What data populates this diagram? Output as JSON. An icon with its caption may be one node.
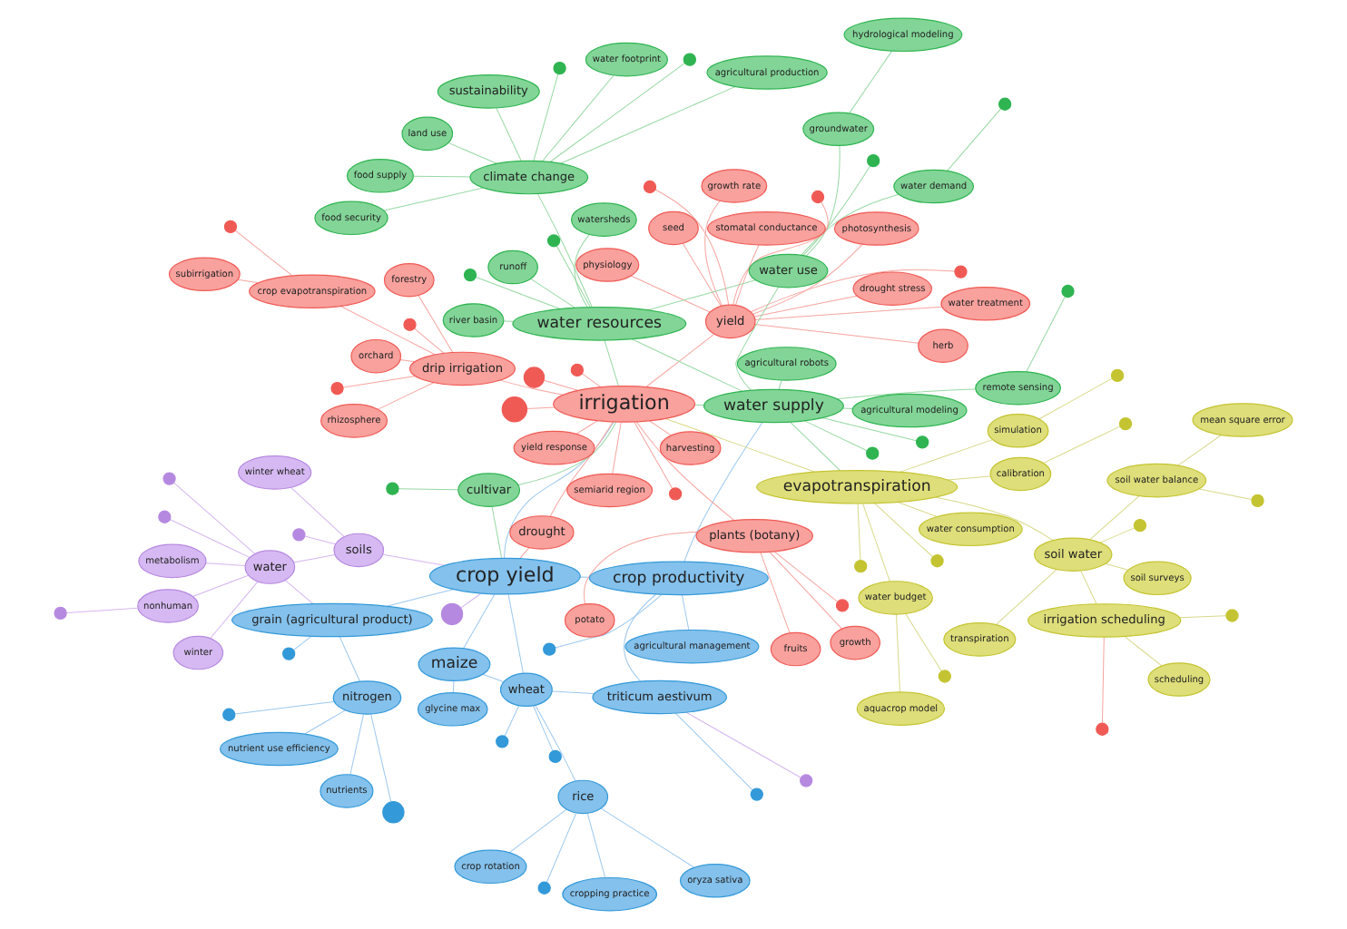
{
  "diagram": {
    "nodes": [
      {
        "text": [
          "metabolism"
        ]
      },
      {
        "text": [
          "oryza sativa"
        ]
      },
      {
        "text": [
          "nutrient use efficiency"
        ]
      },
      {
        "text": [
          "crop rotation"
        ]
      },
      {
        "text": [
          "nonhuman"
        ]
      },
      {
        "text": [
          "rice"
        ]
      },
      {
        "text": [
          "nitrogen"
        ]
      },
      {
        "text": [
          "cropping practice"
        ]
      },
      {
        "text": [
          "winter"
        ]
      },
      {
        "text": [
          "water"
        ]
      },
      {
        "text": [
          "wheat"
        ]
      },
      {
        "text": [
          "grain (agricultural product)"
        ]
      },
      {
        "text": [
          "nutrients"
        ]
      },
      {
        "text": [
          "photosynthesis"
        ]
      },
      {
        "text": [
          "sustainability"
        ]
      },
      {
        "text": [
          "triticum aestivum"
        ]
      },
      {
        "text": [
          "soils"
        ]
      },
      {
        "text": [
          "winter wheat"
        ]
      },
      {
        "text": [
          "physiology"
        ]
      },
      {
        "text": [
          "food security"
        ]
      },
      {
        "text": [
          "drought stress"
        ]
      },
      {
        "text": [
          "agricultural management"
        ]
      },
      {
        "text": [
          "seed"
        ]
      },
      {
        "text": [
          "water footprint"
        ]
      },
      {
        "text": [
          "drought"
        ]
      },
      {
        "text": [
          "yield"
        ]
      },
      {
        "text": [
          "crop productivity"
        ]
      },
      {
        "text": [
          "food supply"
        ]
      },
      {
        "text": [
          "water treatment"
        ]
      },
      {
        "text": [
          "maize"
        ]
      },
      {
        "text": [
          "crop yield"
        ]
      },
      {
        "text": [
          "agricultural production"
        ]
      },
      {
        "text": [
          "herb"
        ]
      },
      {
        "text": [
          "land use"
        ]
      },
      {
        "text": [
          "stomatal conductance"
        ]
      },
      {
        "text": [
          "climate change"
        ]
      },
      {
        "text": [
          "cultivar"
        ]
      },
      {
        "text": [
          "growth rate"
        ]
      },
      {
        "text": [
          "runoff"
        ]
      },
      {
        "text": [
          "river basin"
        ]
      },
      {
        "text": [
          "irrigation"
        ]
      },
      {
        "text": [
          "water resources"
        ]
      },
      {
        "text": [
          "yield response"
        ]
      },
      {
        "text": [
          "growth"
        ]
      },
      {
        "text": [
          "fruits"
        ]
      },
      {
        "text": [
          "glycine max"
        ]
      },
      {
        "text": [
          "plants (botany)"
        ]
      },
      {
        "text": [
          "potato"
        ]
      },
      {
        "text": [
          "water use"
        ]
      },
      {
        "text": [
          "watersheds"
        ]
      },
      {
        "text": [
          "semiarid region"
        ]
      },
      {
        "text": [
          "harvesting"
        ]
      },
      {
        "text": [
          "groundwater"
        ]
      },
      {
        "text": [
          "drip irrigation"
        ]
      },
      {
        "text": [
          "agricultural modeling"
        ]
      },
      {
        "text": [
          "rhizosphere"
        ]
      },
      {
        "text": [
          "water supply"
        ]
      },
      {
        "text": [
          "water demand"
        ]
      },
      {
        "text": [
          "forestry"
        ]
      },
      {
        "text": [
          "orchard"
        ]
      },
      {
        "text": [
          "agricultural robots"
        ]
      },
      {
        "text": [
          "evapotranspiration"
        ]
      },
      {
        "text": [
          "hydrological modeling"
        ]
      },
      {
        "text": [
          "simulation"
        ]
      },
      {
        "text": [
          "soil water"
        ]
      },
      {
        "text": [
          "calibration"
        ]
      },
      {
        "text": [
          "crop evapotranspiration"
        ]
      },
      {
        "text": [
          "water consumption"
        ]
      },
      {
        "text": [
          "remote sensing"
        ]
      },
      {
        "text": [
          "transpiration"
        ]
      },
      {
        "text": [
          "soil surveys"
        ]
      },
      {
        "text": [
          "subirrigation"
        ]
      },
      {
        "text": [
          "water budget"
        ]
      },
      {
        "text": [
          "aquacrop model"
        ]
      },
      {
        "text": [
          "soil water balance"
        ]
      },
      {
        "text": [
          "irrigation scheduling"
        ]
      },
      {
        "text": [
          "mean square error"
        ]
      },
      {
        "text": [
          "scheduling"
        ]
      },
      {
        "text": [],
        "shape": "circle"
      },
      {
        "text": [],
        "shape": "circle"
      },
      {
        "text": [],
        "shape": "circle"
      },
      {
        "text": [],
        "shape": "circle"
      },
      {
        "text": [],
        "shape": "circle"
      },
      {
        "text": [],
        "shape": "circle"
      },
      {
        "text": [],
        "shape": "circle"
      },
      {
        "text": [],
        "shape": "circle"
      },
      {
        "text": [],
        "shape": "circle"
      },
      {
        "text": [],
        "shape": "circle"
      },
      {
        "text": [],
        "shape": "circle"
      },
      {
        "text": [],
        "shape": "circle"
      },
      {
        "text": [],
        "shape": "circle"
      },
      {
        "text": [],
        "shape": "circle"
      },
      {
        "text": [],
        "shape": "circle"
      },
      {
        "text": [],
        "shape": "circle"
      },
      {
        "text": [],
        "shape": "circle"
      },
      {
        "text": [],
        "shape": "circle"
      },
      {
        "text": [],
        "shape": "circle"
      },
      {
        "text": [],
        "shape": "circle"
      },
      {
        "text": [],
        "shape": "circle"
      },
      {
        "text": [],
        "shape": "circle"
      },
      {
        "text": [],
        "shape": "circle"
      },
      {
        "text": [],
        "shape": "circle"
      },
      {
        "text": [],
        "shape": "circle"
      },
      {
        "text": [],
        "shape": "circle"
      },
      {
        "text": [],
        "shape": "circle"
      },
      {
        "text": [],
        "shape": "circle"
      },
      {
        "text": [],
        "shape": "circle"
      },
      {
        "text": [],
        "shape": "circle"
      },
      {
        "text": [],
        "shape": "circle"
      },
      {
        "text": [],
        "shape": "circle"
      },
      {
        "text": [],
        "shape": "circle"
      },
      {
        "text": [],
        "shape": "circle"
      },
      {
        "text": [],
        "shape": "circle"
      },
      {
        "text": [],
        "shape": "circle"
      },
      {
        "text": [],
        "shape": "circle"
      },
      {
        "text": [],
        "shape": "circle"
      },
      {
        "text": [],
        "shape": "circle"
      },
      {
        "text": [],
        "shape": "circle"
      },
      {
        "text": [],
        "shape": "circle"
      },
      {
        "text": [],
        "shape": "circle"
      },
      {
        "text": [],
        "shape": "circle"
      },
      {
        "text": [],
        "shape": "circle"
      }
    ],
    "edges": [
      {
        "from": 5,
        "to": 10,
        "arrow": "none",
        "color": "#9dc8ee"
      },
      {
        "from": 5,
        "to": 3,
        "arrow": "none",
        "color": "#9dc8ee"
      },
      {
        "from": 5,
        "to": 1,
        "arrow": "none",
        "color": "#9dc8ee"
      },
      {
        "from": 5,
        "to": 7,
        "arrow": "none",
        "color": "#9dc8ee"
      },
      {
        "from": 10,
        "to": 15,
        "arrow": "none",
        "color": "#9dc8ee"
      },
      {
        "from": 10,
        "to": 30,
        "arrow": "none",
        "color": "#9dc8ee"
      },
      {
        "from": 10,
        "to": 29,
        "arrow": "none",
        "color": "#9dc8ee"
      },
      {
        "from": 29,
        "to": 30,
        "arrow": "none",
        "color": "#9dc8ee"
      },
      {
        "from": 26,
        "to": 30,
        "arrow": "none",
        "color": "#9dc8ee"
      },
      {
        "from": 11,
        "to": 30,
        "arrow": "none",
        "color": "#9dc8ee"
      },
      {
        "from": 6,
        "to": 11,
        "arrow": "none",
        "color": "#9dc8ee"
      },
      {
        "from": 6,
        "to": 2,
        "arrow": "none",
        "color": "#9dc8ee"
      },
      {
        "from": 6,
        "to": 12,
        "arrow": "none",
        "color": "#9dc8ee"
      },
      {
        "from": 21,
        "to": 26,
        "arrow": "none",
        "color": "#9dc8ee"
      },
      {
        "from": 15,
        "to": 26,
        "arrow": "none",
        "color": "#9dc8ee"
      },
      {
        "from": 45,
        "to": 29,
        "arrow": "none",
        "color": "#9dc8ee"
      },
      {
        "from": 30,
        "to": 40,
        "arrow": "none",
        "color": "#9dc8ee"
      },
      {
        "from": 26,
        "to": 56,
        "arrow": "none",
        "color": "#9dc8ee"
      },
      {
        "from": 78,
        "to": 5,
        "arrow": "none",
        "color": "#9dc8ee"
      },
      {
        "from": 79,
        "to": 6,
        "arrow": "none",
        "color": "#9dc8ee"
      },
      {
        "from": 80,
        "to": 10,
        "arrow": "none",
        "color": "#9dc8ee"
      },
      {
        "from": 81,
        "to": 10,
        "arrow": "none",
        "color": "#9dc8ee"
      },
      {
        "from": 82,
        "to": 15,
        "arrow": "none",
        "color": "#9dc8ee"
      },
      {
        "from": 83,
        "to": 11,
        "arrow": "none",
        "color": "#9dc8ee"
      },
      {
        "from": 84,
        "to": 6,
        "arrow": "none",
        "color": "#9dc8ee"
      },
      {
        "from": 85,
        "to": 26,
        "arrow": "none",
        "color": "#9dc8ee"
      },
      {
        "from": 9,
        "to": 16,
        "arrow": "none",
        "color": "#d4b6ef"
      },
      {
        "from": 9,
        "to": 4,
        "arrow": "none",
        "color": "#d4b6ef"
      },
      {
        "from": 9,
        "to": 0,
        "arrow": "none",
        "color": "#d4b6ef"
      },
      {
        "from": 9,
        "to": 8,
        "arrow": "none",
        "color": "#d4b6ef"
      },
      {
        "from": 16,
        "to": 17,
        "arrow": "none",
        "color": "#d4b6ef"
      },
      {
        "from": 16,
        "to": 30,
        "arrow": "none",
        "color": "#d4b6ef"
      },
      {
        "from": 9,
        "to": 11,
        "arrow": "none",
        "color": "#d4b6ef"
      },
      {
        "from": 86,
        "to": 9,
        "arrow": "none",
        "color": "#d4b6ef"
      },
      {
        "from": 87,
        "to": 4,
        "arrow": "none",
        "color": "#d4b6ef"
      },
      {
        "from": 88,
        "to": 9,
        "arrow": "none",
        "color": "#d4b6ef"
      },
      {
        "from": 89,
        "to": 16,
        "arrow": "none",
        "color": "#d4b6ef"
      },
      {
        "from": 90,
        "to": 15,
        "arrow": "none",
        "color": "#d4b6ef"
      },
      {
        "from": 91,
        "to": 30,
        "arrow": "none",
        "color": "#d4b6ef"
      },
      {
        "from": 56,
        "to": 41,
        "arrow": "none",
        "color": "#98d8a4"
      },
      {
        "from": 56,
        "to": 48,
        "arrow": "none",
        "color": "#98d8a4"
      },
      {
        "from": 56,
        "to": 40,
        "arrow": "none",
        "color": "#98d8a4"
      },
      {
        "from": 56,
        "to": 61,
        "arrow": "none",
        "color": "#98d8a4"
      },
      {
        "from": 41,
        "to": 35,
        "arrow": "none",
        "color": "#98d8a4"
      },
      {
        "from": 41,
        "to": 48,
        "arrow": "none",
        "color": "#98d8a4"
      },
      {
        "from": 35,
        "to": 14,
        "arrow": "none",
        "color": "#98d8a4"
      },
      {
        "from": 35,
        "to": 19,
        "arrow": "none",
        "color": "#98d8a4"
      },
      {
        "from": 35,
        "to": 23,
        "arrow": "none",
        "color": "#98d8a4"
      },
      {
        "from": 35,
        "to": 27,
        "arrow": "none",
        "color": "#98d8a4"
      },
      {
        "from": 35,
        "to": 31,
        "arrow": "none",
        "color": "#98d8a4"
      },
      {
        "from": 35,
        "to": 33,
        "arrow": "none",
        "color": "#98d8a4"
      },
      {
        "from": 41,
        "to": 38,
        "arrow": "none",
        "color": "#98d8a4"
      },
      {
        "from": 41,
        "to": 39,
        "arrow": "none",
        "color": "#98d8a4"
      },
      {
        "from": 41,
        "to": 49,
        "arrow": "none",
        "color": "#98d8a4"
      },
      {
        "from": 48,
        "to": 52,
        "arrow": "none",
        "color": "#98d8a4"
      },
      {
        "from": 48,
        "to": 57,
        "arrow": "none",
        "color": "#98d8a4"
      },
      {
        "from": 56,
        "to": 54,
        "arrow": "none",
        "color": "#98d8a4"
      },
      {
        "from": 56,
        "to": 60,
        "arrow": "none",
        "color": "#98d8a4"
      },
      {
        "from": 52,
        "to": 62,
        "arrow": "none",
        "color": "#98d8a4"
      },
      {
        "from": 56,
        "to": 68,
        "arrow": "none",
        "color": "#98d8a4"
      },
      {
        "from": 36,
        "to": 30,
        "arrow": "none",
        "color": "#98d8a4"
      },
      {
        "from": 36,
        "to": 40,
        "arrow": "none",
        "color": "#98d8a4"
      },
      {
        "from": 41,
        "to": 40,
        "arrow": "none",
        "color": "#98d8a4"
      },
      {
        "from": 92,
        "to": 35,
        "arrow": "none",
        "color": "#98d8a4"
      },
      {
        "from": 93,
        "to": 35,
        "arrow": "none",
        "color": "#98d8a4"
      },
      {
        "from": 94,
        "to": 41,
        "arrow": "none",
        "color": "#98d8a4"
      },
      {
        "from": 95,
        "to": 48,
        "arrow": "none",
        "color": "#98d8a4"
      },
      {
        "from": 96,
        "to": 56,
        "arrow": "none",
        "color": "#98d8a4"
      },
      {
        "from": 97,
        "to": 56,
        "arrow": "none",
        "color": "#98d8a4"
      },
      {
        "from": 98,
        "to": 41,
        "arrow": "none",
        "color": "#98d8a4"
      },
      {
        "from": 99,
        "to": 36,
        "arrow": "none",
        "color": "#98d8a4"
      },
      {
        "from": 100,
        "to": 68,
        "arrow": "none",
        "color": "#98d8a4"
      },
      {
        "from": 101,
        "to": 57,
        "arrow": "none",
        "color": "#98d8a4"
      },
      {
        "from": 61,
        "to": 64,
        "arrow": "none",
        "color": "#d8d88a"
      },
      {
        "from": 61,
        "to": 40,
        "arrow": "none",
        "color": "#d8d88a"
      },
      {
        "from": 64,
        "to": 75,
        "arrow": "none",
        "color": "#d8d88a"
      },
      {
        "from": 75,
        "to": 77,
        "arrow": "none",
        "color": "#d8d88a"
      },
      {
        "from": 64,
        "to": 70,
        "arrow": "none",
        "color": "#d8d88a"
      },
      {
        "from": 64,
        "to": 69,
        "arrow": "none",
        "color": "#d8d88a"
      },
      {
        "from": 61,
        "to": 63,
        "arrow": "none",
        "color": "#d8d88a"
      },
      {
        "from": 61,
        "to": 65,
        "arrow": "none",
        "color": "#d8d88a"
      },
      {
        "from": 61,
        "to": 67,
        "arrow": "none",
        "color": "#d8d88a"
      },
      {
        "from": 61,
        "to": 72,
        "arrow": "none",
        "color": "#d8d88a"
      },
      {
        "from": 72,
        "to": 73,
        "arrow": "none",
        "color": "#d8d88a"
      },
      {
        "from": 64,
        "to": 74,
        "arrow": "none",
        "color": "#d8d88a"
      },
      {
        "from": 74,
        "to": 76,
        "arrow": "none",
        "color": "#d8d88a"
      },
      {
        "from": 102,
        "to": 61,
        "arrow": "none",
        "color": "#d8d88a"
      },
      {
        "from": 103,
        "to": 61,
        "arrow": "none",
        "color": "#d8d88a"
      },
      {
        "from": 104,
        "to": 63,
        "arrow": "none",
        "color": "#d8d88a"
      },
      {
        "from": 105,
        "to": 65,
        "arrow": "none",
        "color": "#d8d88a"
      },
      {
        "from": 106,
        "to": 72,
        "arrow": "none",
        "color": "#d8d88a"
      },
      {
        "from": 107,
        "to": 74,
        "arrow": "none",
        "color": "#d8d88a"
      },
      {
        "from": 108,
        "to": 75,
        "arrow": "none",
        "color": "#d8d88a"
      },
      {
        "from": 109,
        "to": 64,
        "arrow": "none",
        "color": "#d8d88a"
      },
      {
        "from": 40,
        "to": 53,
        "arrow": "none"
      },
      {
        "from": 40,
        "to": 46,
        "arrow": "none"
      },
      {
        "from": 40,
        "to": 25,
        "arrow": "none"
      },
      {
        "from": 40,
        "to": 24,
        "arrow": "none"
      },
      {
        "from": 40,
        "to": 50,
        "arrow": "none"
      },
      {
        "from": 40,
        "to": 51,
        "arrow": "none"
      },
      {
        "from": 40,
        "to": 42,
        "arrow": "none"
      },
      {
        "from": 25,
        "to": 13,
        "arrow": "none"
      },
      {
        "from": 25,
        "to": 18,
        "arrow": "none"
      },
      {
        "from": 25,
        "to": 20,
        "arrow": "none"
      },
      {
        "from": 25,
        "to": 22,
        "arrow": "none"
      },
      {
        "from": 25,
        "to": 28,
        "arrow": "none"
      },
      {
        "from": 25,
        "to": 32,
        "arrow": "none"
      },
      {
        "from": 25,
        "to": 34,
        "arrow": "none"
      },
      {
        "from": 25,
        "to": 37,
        "arrow": "none"
      },
      {
        "from": 46,
        "to": 43,
        "arrow": "none"
      },
      {
        "from": 46,
        "to": 44,
        "arrow": "none"
      },
      {
        "from": 46,
        "to": 47,
        "arrow": "none"
      },
      {
        "from": 53,
        "to": 55,
        "arrow": "none"
      },
      {
        "from": 53,
        "to": 58,
        "arrow": "none"
      },
      {
        "from": 53,
        "to": 59,
        "arrow": "none"
      },
      {
        "from": 53,
        "to": 66,
        "arrow": "none"
      },
      {
        "from": 66,
        "to": 71,
        "arrow": "none"
      },
      {
        "from": 24,
        "to": 30,
        "arrow": "none"
      },
      {
        "from": 110,
        "to": 25,
        "arrow": "none"
      },
      {
        "from": 111,
        "to": 25,
        "arrow": "none"
      },
      {
        "from": 112,
        "to": 25,
        "arrow": "none"
      },
      {
        "from": 113,
        "to": 40,
        "arrow": "none"
      },
      {
        "from": 114,
        "to": 40,
        "arrow": "none"
      },
      {
        "from": 115,
        "to": 46,
        "arrow": "none"
      },
      {
        "from": 116,
        "to": 53,
        "arrow": "none"
      },
      {
        "from": 117,
        "to": 53,
        "arrow": "none"
      },
      {
        "from": 118,
        "to": 66,
        "arrow": "none"
      },
      {
        "from": 119,
        "to": 40,
        "arrow": "none"
      },
      {
        "from": 120,
        "to": 75,
        "arrow": "none"
      },
      {
        "from": 121,
        "to": 40,
        "arrow": "none"
      }
    ]
  }
}
